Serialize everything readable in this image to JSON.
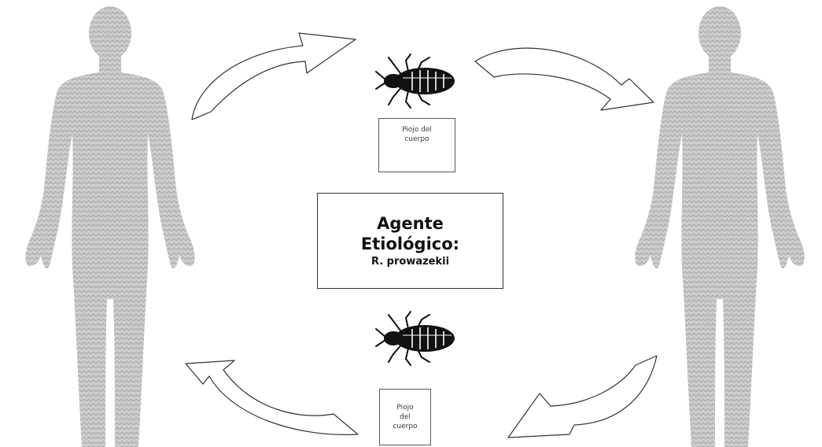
{
  "diagram": {
    "louse_label_top": [
      "Piojo del",
      "cuerpo"
    ],
    "louse_label_bottom": [
      "Piojo",
      "del",
      "cuerpo"
    ],
    "center": {
      "line1": "Agente",
      "line2": "Etiológico:",
      "line3": "R. prowazekii"
    },
    "colors": {
      "silhouette": "#c4c4c4",
      "arrow_stroke": "#333333",
      "louse": "#111111"
    }
  }
}
